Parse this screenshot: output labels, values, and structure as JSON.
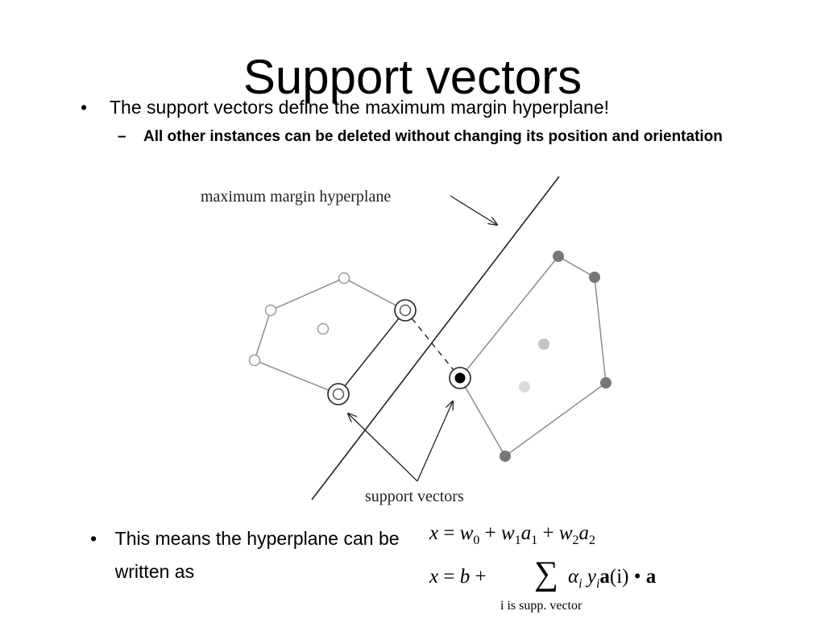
{
  "slide": {
    "title": "Support vectors",
    "bullets": [
      {
        "marker": "•",
        "text": "The support vectors define the maximum margin hyperplane!"
      },
      {
        "marker": "–",
        "text": "All other instances can be deleted without changing its position and orientation"
      },
      {
        "marker": "•",
        "text": "This means the hyperplane can be written as"
      }
    ]
  },
  "diagram": {
    "hyperplane_label": "maximum margin hyperplane",
    "support_label": "support vectors",
    "colors": {
      "line": "#222222",
      "hull_left": "#888888",
      "hull_right": "#777777",
      "point_dark": "#777777",
      "point_light": "#c8c8c8",
      "support_point": "#000000"
    }
  },
  "equations": {
    "eq1": {
      "x": "x",
      "eq": "=",
      "w0": "w",
      "sub0": "0",
      "plus1": "+",
      "w1": "w",
      "sub1": "1",
      "a1": "a",
      "suba1": "1",
      "plus2": "+",
      "w2": "w",
      "sub2": "2",
      "a2": "a",
      "suba2": "2"
    },
    "eq2": {
      "x": "x",
      "eq": "=",
      "b": "b",
      "plus": "+",
      "sigma": "∑",
      "alpha": "α",
      "suba": "i",
      "y": "y",
      "suby": "i",
      "boldA": "a",
      "paren": "(i)",
      "dot": "•",
      "boldA2": "a"
    },
    "sum_under": "i is supp. vector"
  }
}
